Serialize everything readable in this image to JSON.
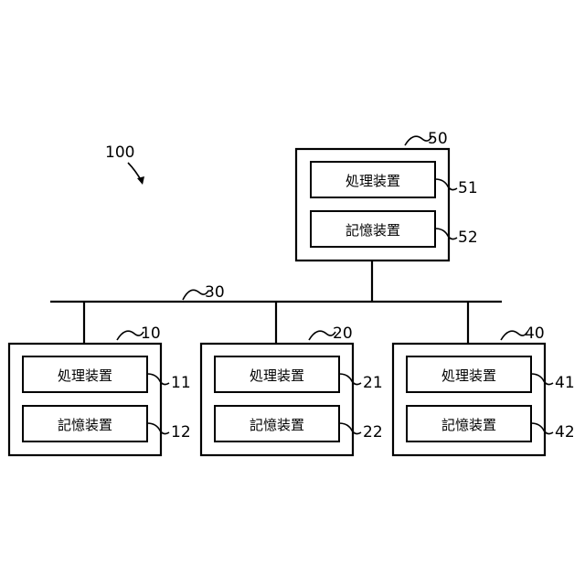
{
  "system_label": "100",
  "network": {
    "label": "30"
  },
  "server": {
    "label": "50",
    "processing": {
      "text": "処理装置",
      "ref": "51"
    },
    "storage": {
      "text": "記憶装置",
      "ref": "52"
    }
  },
  "terminals": [
    {
      "label": "10",
      "processing": {
        "text": "処理装置",
        "ref": "11"
      },
      "storage": {
        "text": "記憶装置",
        "ref": "12"
      }
    },
    {
      "label": "20",
      "processing": {
        "text": "処理装置",
        "ref": "21"
      },
      "storage": {
        "text": "記憶装置",
        "ref": "22"
      }
    },
    {
      "label": "40",
      "processing": {
        "text": "処理装置",
        "ref": "41"
      },
      "storage": {
        "text": "記憶装置",
        "ref": "42"
      }
    }
  ]
}
